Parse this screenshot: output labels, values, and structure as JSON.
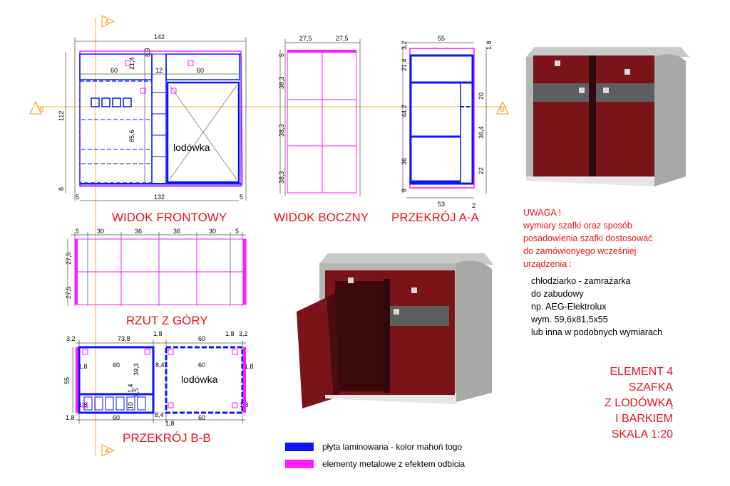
{
  "colors": {
    "laminate": "#0a14ff",
    "metal": "#ff1aff",
    "label_red": "#e8141a",
    "axis_orange": "#f39c12",
    "mahogany": "#7a1418",
    "concrete": "#b5b7b5",
    "shelf_grey": "#5e5e5e"
  },
  "views": {
    "front": "WIDOK FRONTOWY",
    "side": "WIDOK BOCZNY",
    "section_aa": "PRZEKRÓJ A-A",
    "top": "RZUT Z GÓRY",
    "section_bb": "PRZEKRÓJ B-B"
  },
  "axes": {
    "a": "A",
    "b": "B"
  },
  "labels": {
    "fridge": "lodówka"
  },
  "dims": {
    "front_overall": "142",
    "front_inner": "132",
    "front_half_l": "60",
    "front_mid": "12",
    "front_half_r": "60",
    "front_top": "8,9",
    "front_drawer": "21,4",
    "front_height": "112",
    "front_body": "85,6",
    "front_leg": "8",
    "front_side": "5",
    "side_w1": "27,5",
    "side_w2": "27,5",
    "side_h1": "38,3",
    "side_h2": "38,3",
    "side_h3": "38,3",
    "side_top": "5",
    "aa_depth": "55",
    "aa_top": "3,2",
    "aa_panel": "1,8",
    "aa_drawer": "21,4",
    "aa_mid": "44,2",
    "aa_low": "36",
    "aa_r20": "20",
    "aa_r364": "36,4",
    "aa_r22": "22",
    "aa_r18": "1,8",
    "aa_base": "53",
    "aa_leg": "8",
    "aa_2": "2",
    "top_5": "5",
    "top_30": "30",
    "top_36": "36",
    "bb_3_2": "3,2",
    "bb_738": "73,8",
    "bb_60": "60",
    "bb_18": "1,8",
    "bb_55": "55",
    "bb_393": "39,3",
    "bb_84": "8,4",
    "bb_14": "1,4",
    "bb_95": "9,5",
    "bb_10": "10"
  },
  "legend": {
    "laminate": "płyta laminowana - kolor mahoń togo",
    "metal": "elementy metalowe z efektem odbicia"
  },
  "note": {
    "title": "UWAGA !",
    "body_lines": [
      "wymiary szafki oraz sposób",
      "posadowienia szafki dostosować",
      "do zamówionyego wcześniej",
      "urządzenia :"
    ],
    "info_lines": [
      "chłodziarko - zamrażarka",
      "do zabudowy",
      "np. AEG-Elektrolux",
      "wym. 59,6x81,5x55",
      "lub inna w podobnych wymiarach"
    ]
  },
  "element": {
    "lines": [
      "ELEMENT 4",
      "SZAFKA",
      "Z LODÓWKĄ",
      "I BARKIEM",
      "SKALA 1:20"
    ]
  }
}
